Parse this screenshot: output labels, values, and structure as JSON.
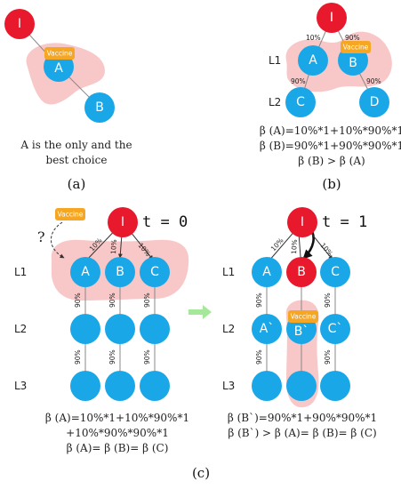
{
  "colors": {
    "node_blue": "#1AA7E8",
    "node_red": "#E8192C",
    "vaccine_orange": "#F5A623",
    "highlight_pink": "#F6B4B4",
    "edge_gray": "#8a8a8a",
    "arrow_green": "#A6E89A"
  },
  "panel_a": {
    "nodes": {
      "i": "I",
      "a": "A",
      "b": "B"
    },
    "vaccine": "Vaccine",
    "caption_line1": "A is the only and the",
    "caption_line2": "best choice",
    "sublabel": "(a)"
  },
  "panel_b": {
    "nodes": {
      "i": "I",
      "a": "A",
      "b": "B",
      "c": "C",
      "d": "D"
    },
    "levels": {
      "l1": "L1",
      "l2": "L2"
    },
    "edge_labels": {
      "ia": "10%",
      "ib": "90%",
      "ac": "90%",
      "bd": "90%"
    },
    "vaccine": "Vaccine",
    "formula1": "β (A)=10%*1+10%*90%*1",
    "formula2": "β (B)=90%*1+90%*90%*1",
    "formula3": "β (B) > β (A)",
    "sublabel": "(b)"
  },
  "panel_c_left": {
    "time": "t = 0",
    "nodes": {
      "i": "I",
      "a": "A",
      "b": "B",
      "c": "C"
    },
    "levels": {
      "l1": "L1",
      "l2": "L2",
      "l3": "L3"
    },
    "edge_labels": {
      "ia": "10%",
      "ib": "10%",
      "ic": "10%",
      "l1l2": "90%",
      "l2l3": "90%"
    },
    "vaccine": "Vaccine",
    "question": "?",
    "formula1": "β (A)=10%*1+10%*90%*1",
    "formula2": "+10%*90%*90%*1",
    "formula3": "β (A)= β (B)= β (C)"
  },
  "panel_c_right": {
    "time": "t = 1",
    "nodes": {
      "i": "I",
      "a": "A",
      "b": "B",
      "c": "C",
      "a2": "A`",
      "b2": "B`",
      "c2": "C`"
    },
    "levels": {
      "l1": "L1",
      "l2": "L2",
      "l3": "L3"
    },
    "edge_labels": {
      "ia": "10%",
      "ib": "10%",
      "ic": "10%",
      "l1l2": "90%",
      "l2l3": "90%"
    },
    "vaccine": "Vaccine",
    "formula1": "β (B`)=90%*1+90%*90%*1",
    "formula2": "β (B`) > β (A)= β (B)= β (C)"
  },
  "panel_c": {
    "sublabel": "(c)"
  }
}
